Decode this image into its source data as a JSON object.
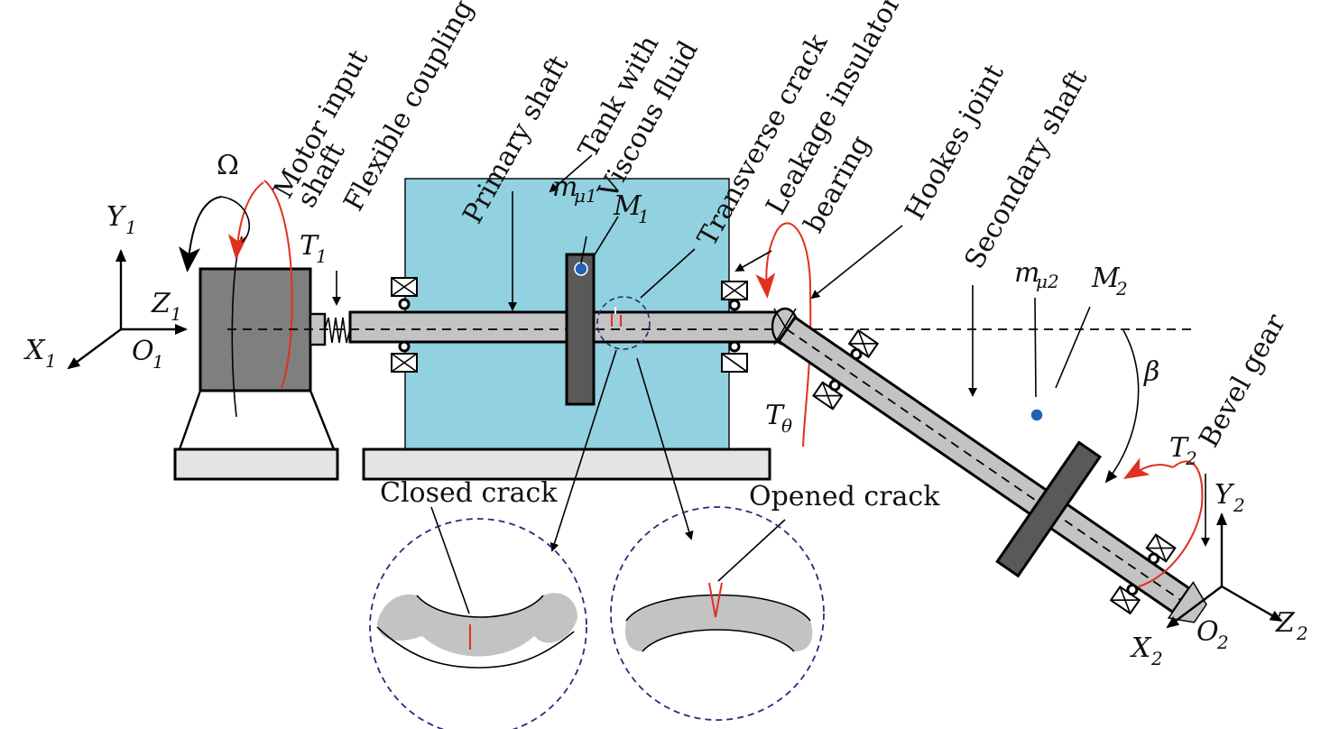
{
  "diagram": {
    "colors": {
      "tank_fluid": "#92d1e0",
      "shaft": "#c3c3c3",
      "dark_part": "#595959",
      "motor": "#7f7f7f",
      "base": "#e4e4e4",
      "arrow_red": "#e0301e",
      "dashed_circle": "#2a2a7c",
      "dot_blue": "#1f63b6"
    },
    "labels": {
      "motor_input_shaft_1": "Motor input",
      "motor_input_shaft_2": "shaft",
      "flexible_coupling": "Flexible coupling",
      "primary_shaft": "Primary shaft",
      "tank_with_1": "Tank with",
      "tank_with_2": "Viscous fluid",
      "transverse_crack": "Transverse crack",
      "leakage_insulator_1": "Leakage insulator",
      "leakage_insulator_2": "bearing",
      "hookes_joint": "Hookes joint",
      "secondary_shaft": "Secondary shaft",
      "bevel_gear": "Bevel gear",
      "closed_crack": "Closed crack",
      "opened_crack": "Opened crack"
    },
    "symbols": {
      "omega": "Ω",
      "T1": "T",
      "T1_sub": "1",
      "Y1": "Y",
      "Y1_sub": "1",
      "Z1": "Z",
      "Z1_sub": "1",
      "X1": "X",
      "X1_sub": "1",
      "O1": "O",
      "O1_sub": "1",
      "m_mu1": "m",
      "m_mu1_sub": "μ1",
      "M1": "M",
      "M1_sub": "1",
      "T_theta": "T",
      "T_theta_sub": "θ",
      "m_mu2": "m",
      "m_mu2_sub": "μ2",
      "M2": "M",
      "M2_sub": "2",
      "beta": "β",
      "T2": "T",
      "T2_sub": "2",
      "Y2": "Y",
      "Y2_sub": "2",
      "X2": "X",
      "X2_sub": "2",
      "O2": "O",
      "O2_sub": "2",
      "Z2": "Z",
      "Z2_sub": "2"
    }
  }
}
